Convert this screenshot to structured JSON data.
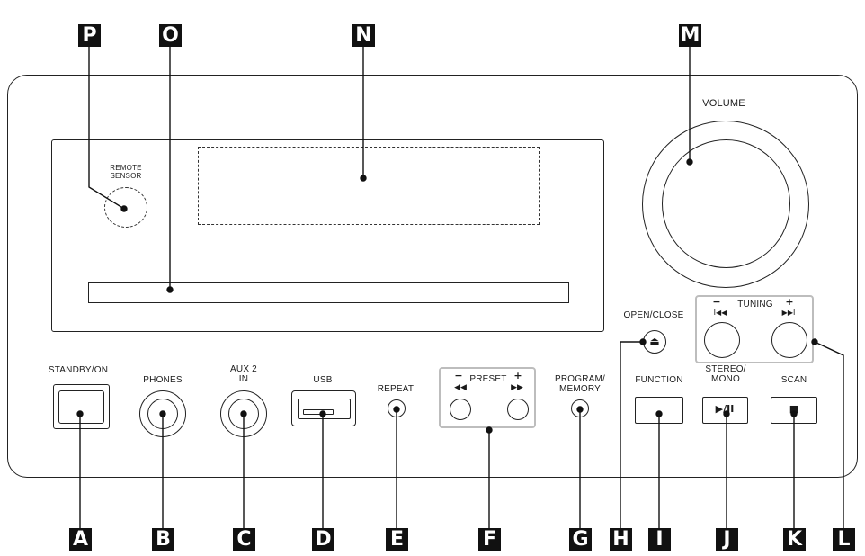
{
  "labels": {
    "remote_sensor": "REMOTE\nSENSOR",
    "volume": "VOLUME",
    "standby_on": "STANDBY/ON",
    "phones": "PHONES",
    "aux2_in": "AUX 2\nIN",
    "usb": "USB",
    "repeat": "REPEAT",
    "preset": "PRESET",
    "program_memory": "PROGRAM/\nMEMORY",
    "open_close": "OPEN/CLOSE",
    "function": "FUNCTION",
    "stereo_mono": "STEREO/\nMONO",
    "scan": "SCAN",
    "tuning": "TUNING"
  },
  "glyphs": {
    "minus": "−",
    "plus": "+",
    "rewind": "◀◀",
    "forward": "▶▶",
    "skip_back": "I◀◀",
    "skip_fwd": "▶▶I",
    "eject": "⏏",
    "play_pause": "▶/II",
    "stop": "■"
  },
  "callouts": [
    "A",
    "B",
    "C",
    "D",
    "E",
    "F",
    "G",
    "H",
    "I",
    "J",
    "K",
    "L",
    "M",
    "N",
    "O",
    "P"
  ]
}
